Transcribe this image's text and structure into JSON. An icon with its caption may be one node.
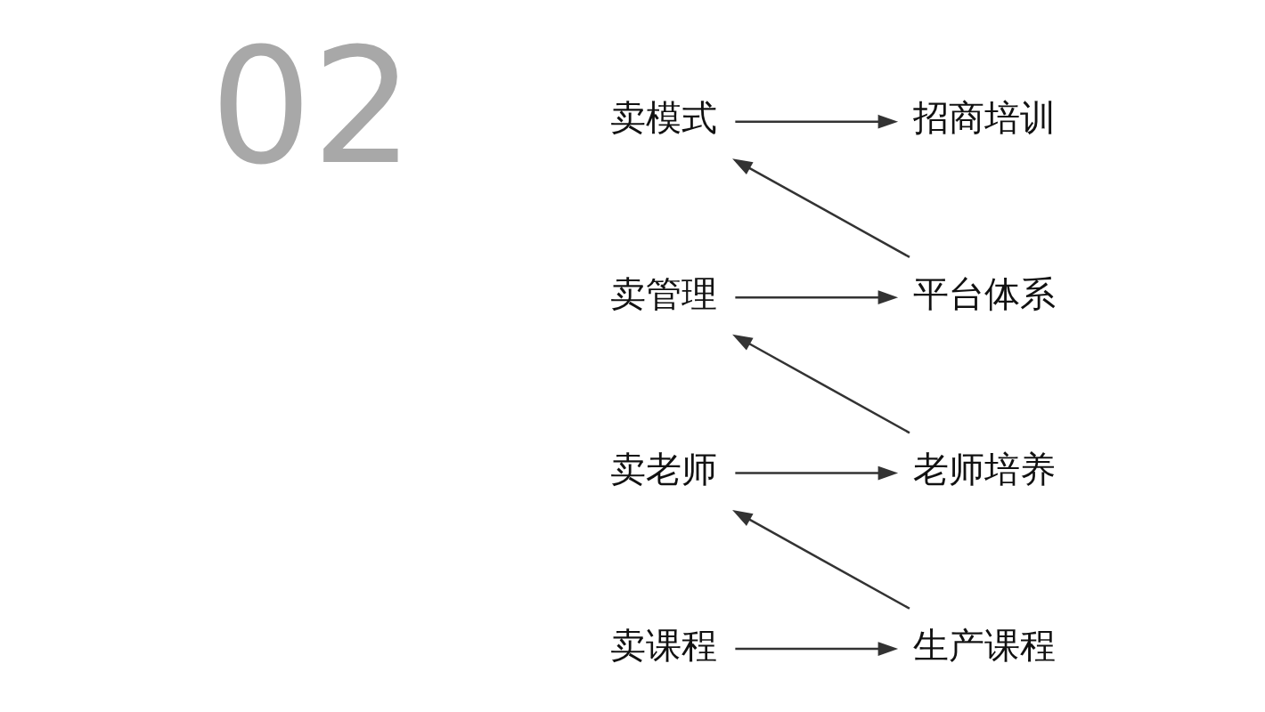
{
  "diagram": {
    "nodes": [
      {
        "text": [
          "卖模式"
        ]
      },
      {
        "text": [
          "招商培训"
        ]
      },
      {
        "text": [
          "卖管理"
        ]
      },
      {
        "text": [
          "平台体系"
        ]
      },
      {
        "text": [
          "卖老师"
        ]
      },
      {
        "text": [
          "老师培养"
        ]
      },
      {
        "text": [
          "卖课程"
        ]
      },
      {
        "text": [
          "生产课程"
        ]
      }
    ],
    "edges": [
      {
        "from": 0,
        "to": 1,
        "arrow": "to"
      },
      {
        "from": 3,
        "to": 0,
        "arrow": "to"
      },
      {
        "from": 2,
        "to": 3,
        "arrow": "to"
      },
      {
        "from": 5,
        "to": 2,
        "arrow": "to"
      },
      {
        "from": 4,
        "to": 5,
        "arrow": "to"
      },
      {
        "from": 7,
        "to": 4,
        "arrow": "to"
      },
      {
        "from": 6,
        "to": 7,
        "arrow": "to"
      }
    ],
    "labels": [
      "02"
    ]
  }
}
